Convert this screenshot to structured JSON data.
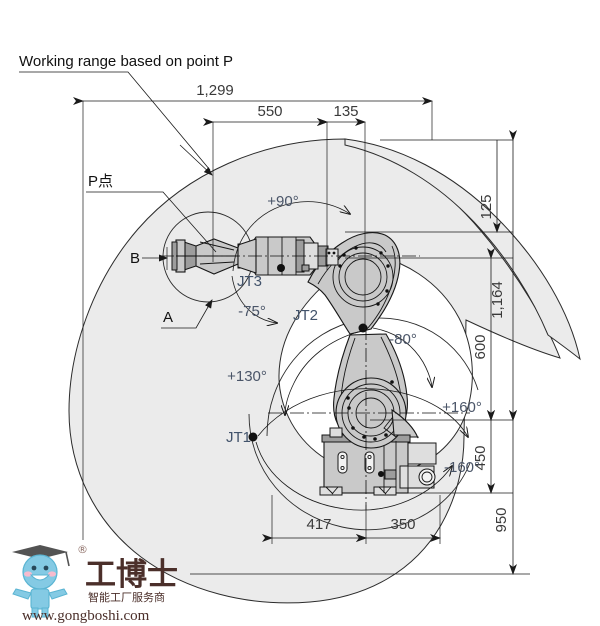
{
  "drawing": {
    "title": "Working range based on point P",
    "type": "robot-working-range-diagram"
  },
  "labels": {
    "point_p": "P点",
    "detail_a": "A",
    "detail_b": "B",
    "joint_1": "JT1",
    "joint_2": "JT2",
    "joint_3": "JT3"
  },
  "dimensions": {
    "horizontal": [
      {
        "name": "total-reach",
        "value": "1,299"
      },
      {
        "name": "upper-arm-length",
        "value": "550"
      },
      {
        "name": "wrist-offset",
        "value": "135"
      },
      {
        "name": "base-rear-extent",
        "value": "417"
      },
      {
        "name": "base-front-extent",
        "value": "350"
      }
    ],
    "vertical": [
      {
        "name": "top-offset",
        "value": "125"
      },
      {
        "name": "max-height-from-jt2",
        "value": "1,164"
      },
      {
        "name": "arm-vertical-reach",
        "value": "600"
      },
      {
        "name": "base-to-jt2-height",
        "value": "450"
      },
      {
        "name": "total-height",
        "value": "950"
      }
    ]
  },
  "angles": [
    {
      "name": "jt3-positive",
      "value": "+90°"
    },
    {
      "name": "jt3-negative",
      "value": "-75°"
    },
    {
      "name": "jt2-negative",
      "value": "-80°"
    },
    {
      "name": "jt2-positive",
      "value": "+130°"
    },
    {
      "name": "jt1-positive",
      "value": "+160°"
    },
    {
      "name": "jt1-negative",
      "value": "-160°"
    }
  ],
  "watermark": {
    "brand_cn": "工博士",
    "tagline_cn": "智能工厂服务商",
    "url": "www.gongboshi.com",
    "registered_mark": "®"
  },
  "colors": {
    "envelope_fill": "#ebebeb",
    "outline": "#2b2b2b",
    "robot_body": "#c9c9c9",
    "angle_text": "#4a5568",
    "joint_text": "#42536b",
    "dim_text": "#3a3a3a",
    "watermark": "#4b2f2a",
    "watermark_blue": "#7ec8e3"
  }
}
